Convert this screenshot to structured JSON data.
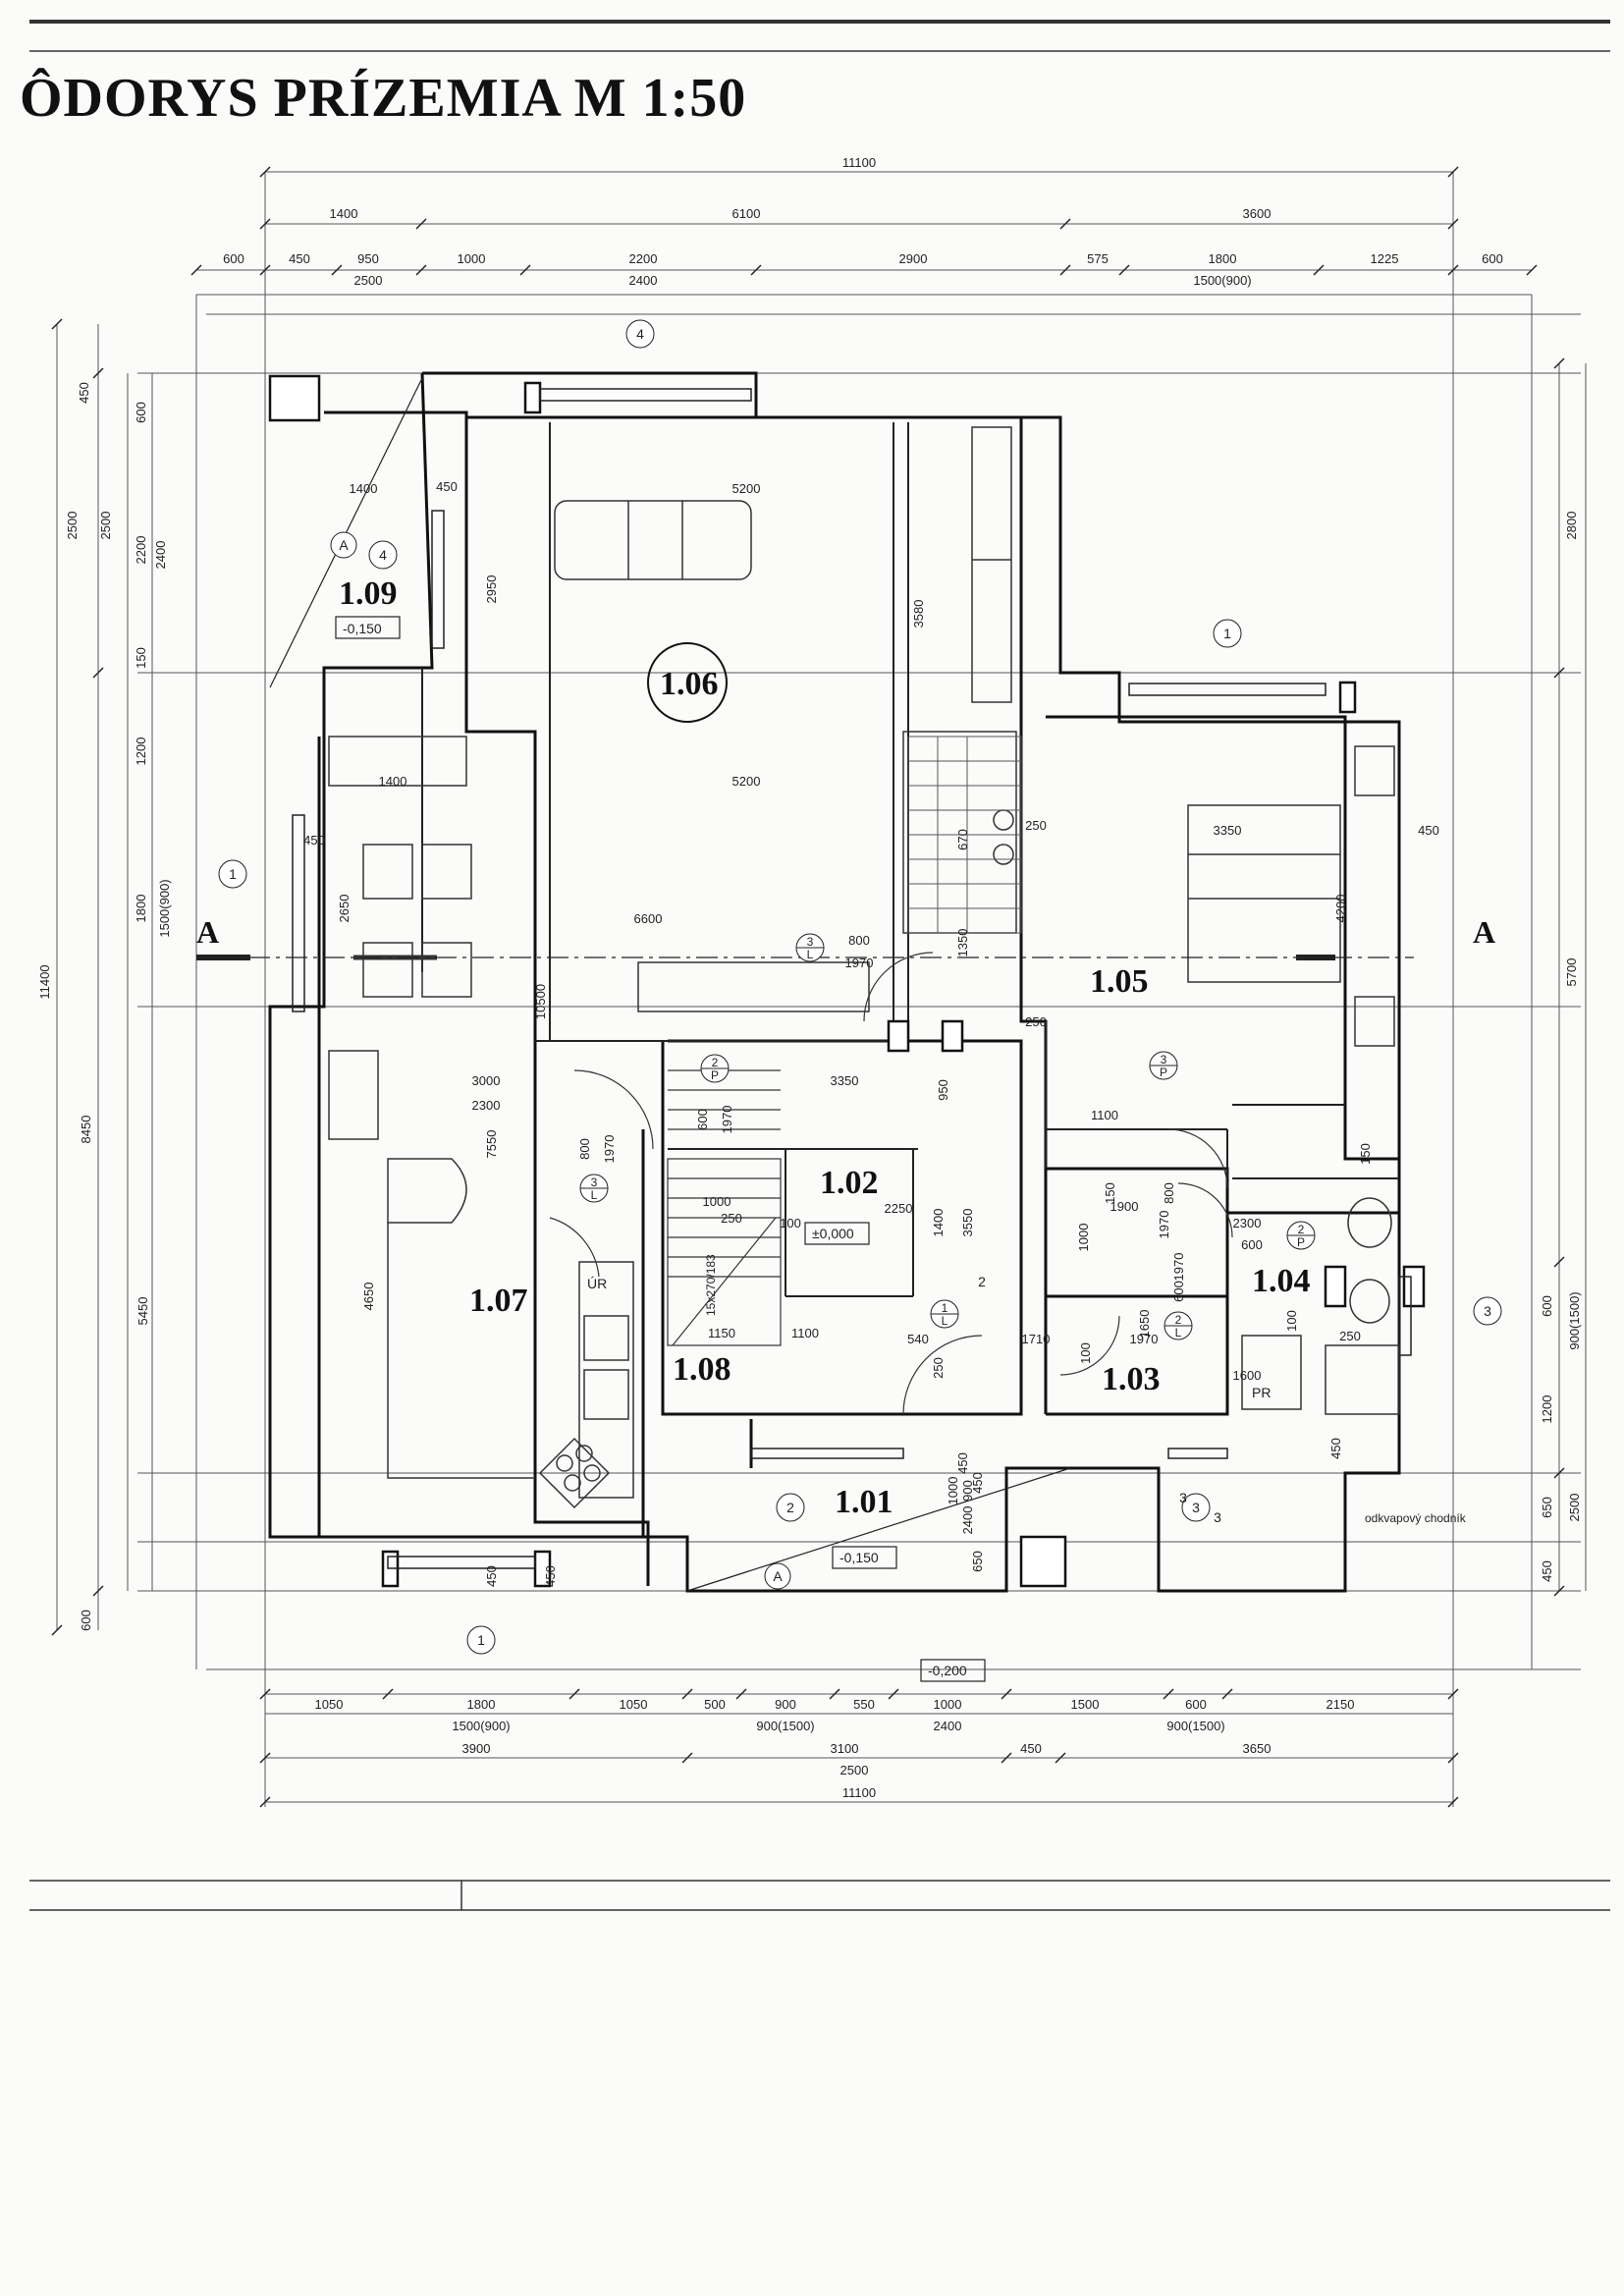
{
  "title": "ÔDORYS PRÍZEMIA  M 1:50",
  "rooms": [
    {
      "id": "1.01",
      "level": "-0,150"
    },
    {
      "id": "1.02",
      "level": "±0,000"
    },
    {
      "id": "1.03",
      "level": ""
    },
    {
      "id": "1.04",
      "level": ""
    },
    {
      "id": "1.05",
      "level": ""
    },
    {
      "id": "1.06",
      "level": ""
    },
    {
      "id": "1.07",
      "level": ""
    },
    {
      "id": "1.08",
      "level": ""
    },
    {
      "id": "1.09",
      "level": "-0,150"
    }
  ],
  "levels": {
    "outside": "-0,200"
  },
  "labels": {
    "ur": "ÚR",
    "pr": "PR",
    "stairs": "15x270/183",
    "walkway": "odkvapový chodník",
    "section": "A"
  },
  "dims": {
    "top_total": "11100",
    "top_l2": [
      "1400",
      "6100",
      "3600"
    ],
    "top_l3": [
      "600",
      "450",
      "950",
      "1000",
      "2200",
      "2900",
      "575",
      "1800",
      "1225",
      "600"
    ],
    "top_l3b": [
      "2500",
      "2400",
      "1500(900)"
    ],
    "bottom_l1": [
      "1050",
      "1800",
      "1050",
      "500",
      "900",
      "550",
      "1000",
      "1500",
      "600",
      "2150"
    ],
    "bottom_l1b": [
      "1500(900)",
      "900(1500)",
      "2400",
      "900(1500)"
    ],
    "bottom_l2": [
      "3900",
      "3100",
      "450",
      "3650"
    ],
    "bottom_l2b": "2500",
    "bottom_total": "11100",
    "left_total": "11400",
    "left_l2": [
      "2500",
      "8450",
      "600"
    ],
    "left_l3": [
      "2500",
      "5450"
    ],
    "left_l4": [
      "600",
      "2200",
      "150",
      "1200",
      "1800",
      "1500(900)"
    ],
    "left_l5": [
      "450",
      "2400"
    ],
    "right": [
      "2800",
      "5700",
      "900(1500)",
      "600",
      "1200",
      "650",
      "2500",
      "450"
    ],
    "interior": [
      "1400",
      "450",
      "5200",
      "2950",
      "3580",
      "5200",
      "1400",
      "450",
      "6600",
      "2650",
      "10500",
      "800",
      "1970",
      "1350",
      "670",
      "250",
      "3350",
      "450",
      "4200",
      "250",
      "3000",
      "2300",
      "3350",
      "950",
      "1100",
      "150",
      "7550",
      "4650",
      "800",
      "1970",
      "600",
      "1970",
      "1000",
      "2250",
      "100",
      "1400",
      "3550",
      "1900",
      "800",
      "1970",
      "1000",
      "2300",
      "600",
      "1970",
      "600",
      "1970",
      "1650",
      "100",
      "1150",
      "1100",
      "540",
      "1710",
      "250",
      "1000",
      "900",
      "2400",
      "650",
      "450",
      "450",
      "450",
      "250",
      "1600",
      "100",
      "150",
      "250",
      "450",
      "450"
    ]
  },
  "window_marks": [
    "4",
    "4",
    "1",
    "1",
    "2",
    "3",
    "3",
    "1",
    "2",
    "3",
    "3"
  ],
  "door_marks": [
    {
      "num": "3",
      "side": "L"
    },
    {
      "num": "2",
      "side": "P"
    },
    {
      "num": "3",
      "side": "P"
    },
    {
      "num": "3",
      "side": "L"
    },
    {
      "num": "1",
      "side": "L"
    },
    {
      "num": "2",
      "side": "L"
    },
    {
      "num": "2",
      "side": "P"
    }
  ],
  "axis_marks": [
    "A",
    "A",
    "A"
  ]
}
